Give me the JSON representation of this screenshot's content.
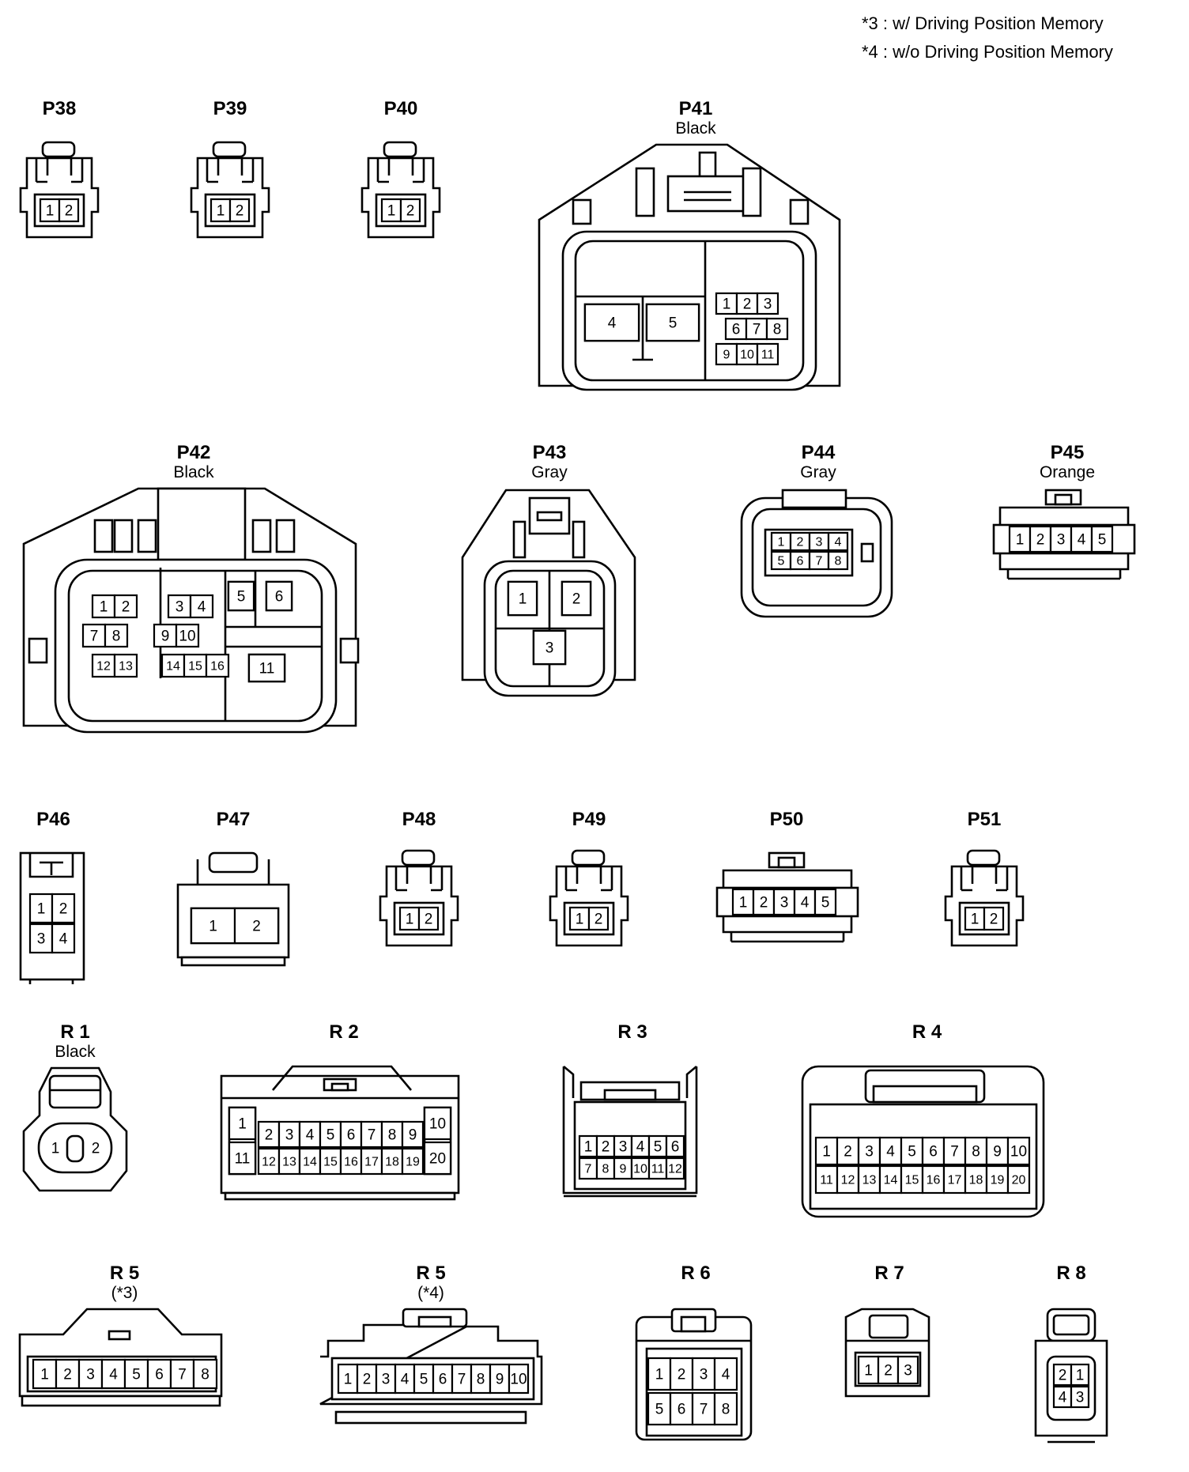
{
  "notes": [
    "*3 : w/ Driving Position Memory",
    "*4 : w/o Driving Position Memory"
  ],
  "connectors": {
    "P38": {
      "name": "P38",
      "pins": [
        "1",
        "2"
      ]
    },
    "P39": {
      "name": "P39",
      "pins": [
        "1",
        "2"
      ]
    },
    "P40": {
      "name": "P40",
      "pins": [
        "1",
        "2"
      ]
    },
    "P41": {
      "name": "P41",
      "color": "Black",
      "pins": [
        "1",
        "2",
        "3",
        "4",
        "5",
        "6",
        "7",
        "8",
        "9",
        "10",
        "11"
      ]
    },
    "P42": {
      "name": "P42",
      "color": "Black",
      "pins": [
        "1",
        "2",
        "3",
        "4",
        "5",
        "6",
        "7",
        "8",
        "9",
        "10",
        "11",
        "12",
        "13",
        "14",
        "15",
        "16"
      ]
    },
    "P43": {
      "name": "P43",
      "color": "Gray",
      "pins": [
        "1",
        "2",
        "3"
      ]
    },
    "P44": {
      "name": "P44",
      "color": "Gray",
      "pins": [
        "1",
        "2",
        "3",
        "4",
        "5",
        "6",
        "7",
        "8"
      ]
    },
    "P45": {
      "name": "P45",
      "color": "Orange",
      "pins": [
        "1",
        "2",
        "3",
        "4",
        "5"
      ]
    },
    "P46": {
      "name": "P46",
      "pins": [
        "1",
        "2",
        "3",
        "4"
      ]
    },
    "P47": {
      "name": "P47",
      "pins": [
        "1",
        "2"
      ]
    },
    "P48": {
      "name": "P48",
      "pins": [
        "1",
        "2"
      ]
    },
    "P49": {
      "name": "P49",
      "pins": [
        "1",
        "2"
      ]
    },
    "P50": {
      "name": "P50",
      "pins": [
        "1",
        "2",
        "3",
        "4",
        "5"
      ]
    },
    "P51": {
      "name": "P51",
      "pins": [
        "1",
        "2"
      ]
    },
    "R1": {
      "name": "R 1",
      "color": "Black",
      "pins": [
        "1",
        "2"
      ]
    },
    "R2": {
      "name": "R 2",
      "pins": [
        "1",
        "2",
        "3",
        "4",
        "5",
        "6",
        "7",
        "8",
        "9",
        "10",
        "11",
        "12",
        "13",
        "14",
        "15",
        "16",
        "17",
        "18",
        "19",
        "20"
      ]
    },
    "R3": {
      "name": "R 3",
      "pins": [
        "1",
        "2",
        "3",
        "4",
        "5",
        "6",
        "7",
        "8",
        "9",
        "10",
        "11",
        "12"
      ]
    },
    "R4": {
      "name": "R 4",
      "pins": [
        "1",
        "2",
        "3",
        "4",
        "5",
        "6",
        "7",
        "8",
        "9",
        "10",
        "11",
        "12",
        "13",
        "14",
        "15",
        "16",
        "17",
        "18",
        "19",
        "20"
      ]
    },
    "R5a": {
      "name": "R 5",
      "note": "(*3)",
      "pins": [
        "1",
        "2",
        "3",
        "4",
        "5",
        "6",
        "7",
        "8"
      ]
    },
    "R5b": {
      "name": "R 5",
      "note": "(*4)",
      "pins": [
        "1",
        "2",
        "3",
        "4",
        "5",
        "6",
        "7",
        "8",
        "9",
        "10"
      ]
    },
    "R6": {
      "name": "R 6",
      "pins": [
        "1",
        "2",
        "3",
        "4",
        "5",
        "6",
        "7",
        "8"
      ]
    },
    "R7": {
      "name": "R 7",
      "pins": [
        "1",
        "2",
        "3"
      ]
    },
    "R8": {
      "name": "R 8",
      "pins": [
        "2",
        "1",
        "4",
        "3"
      ]
    }
  }
}
